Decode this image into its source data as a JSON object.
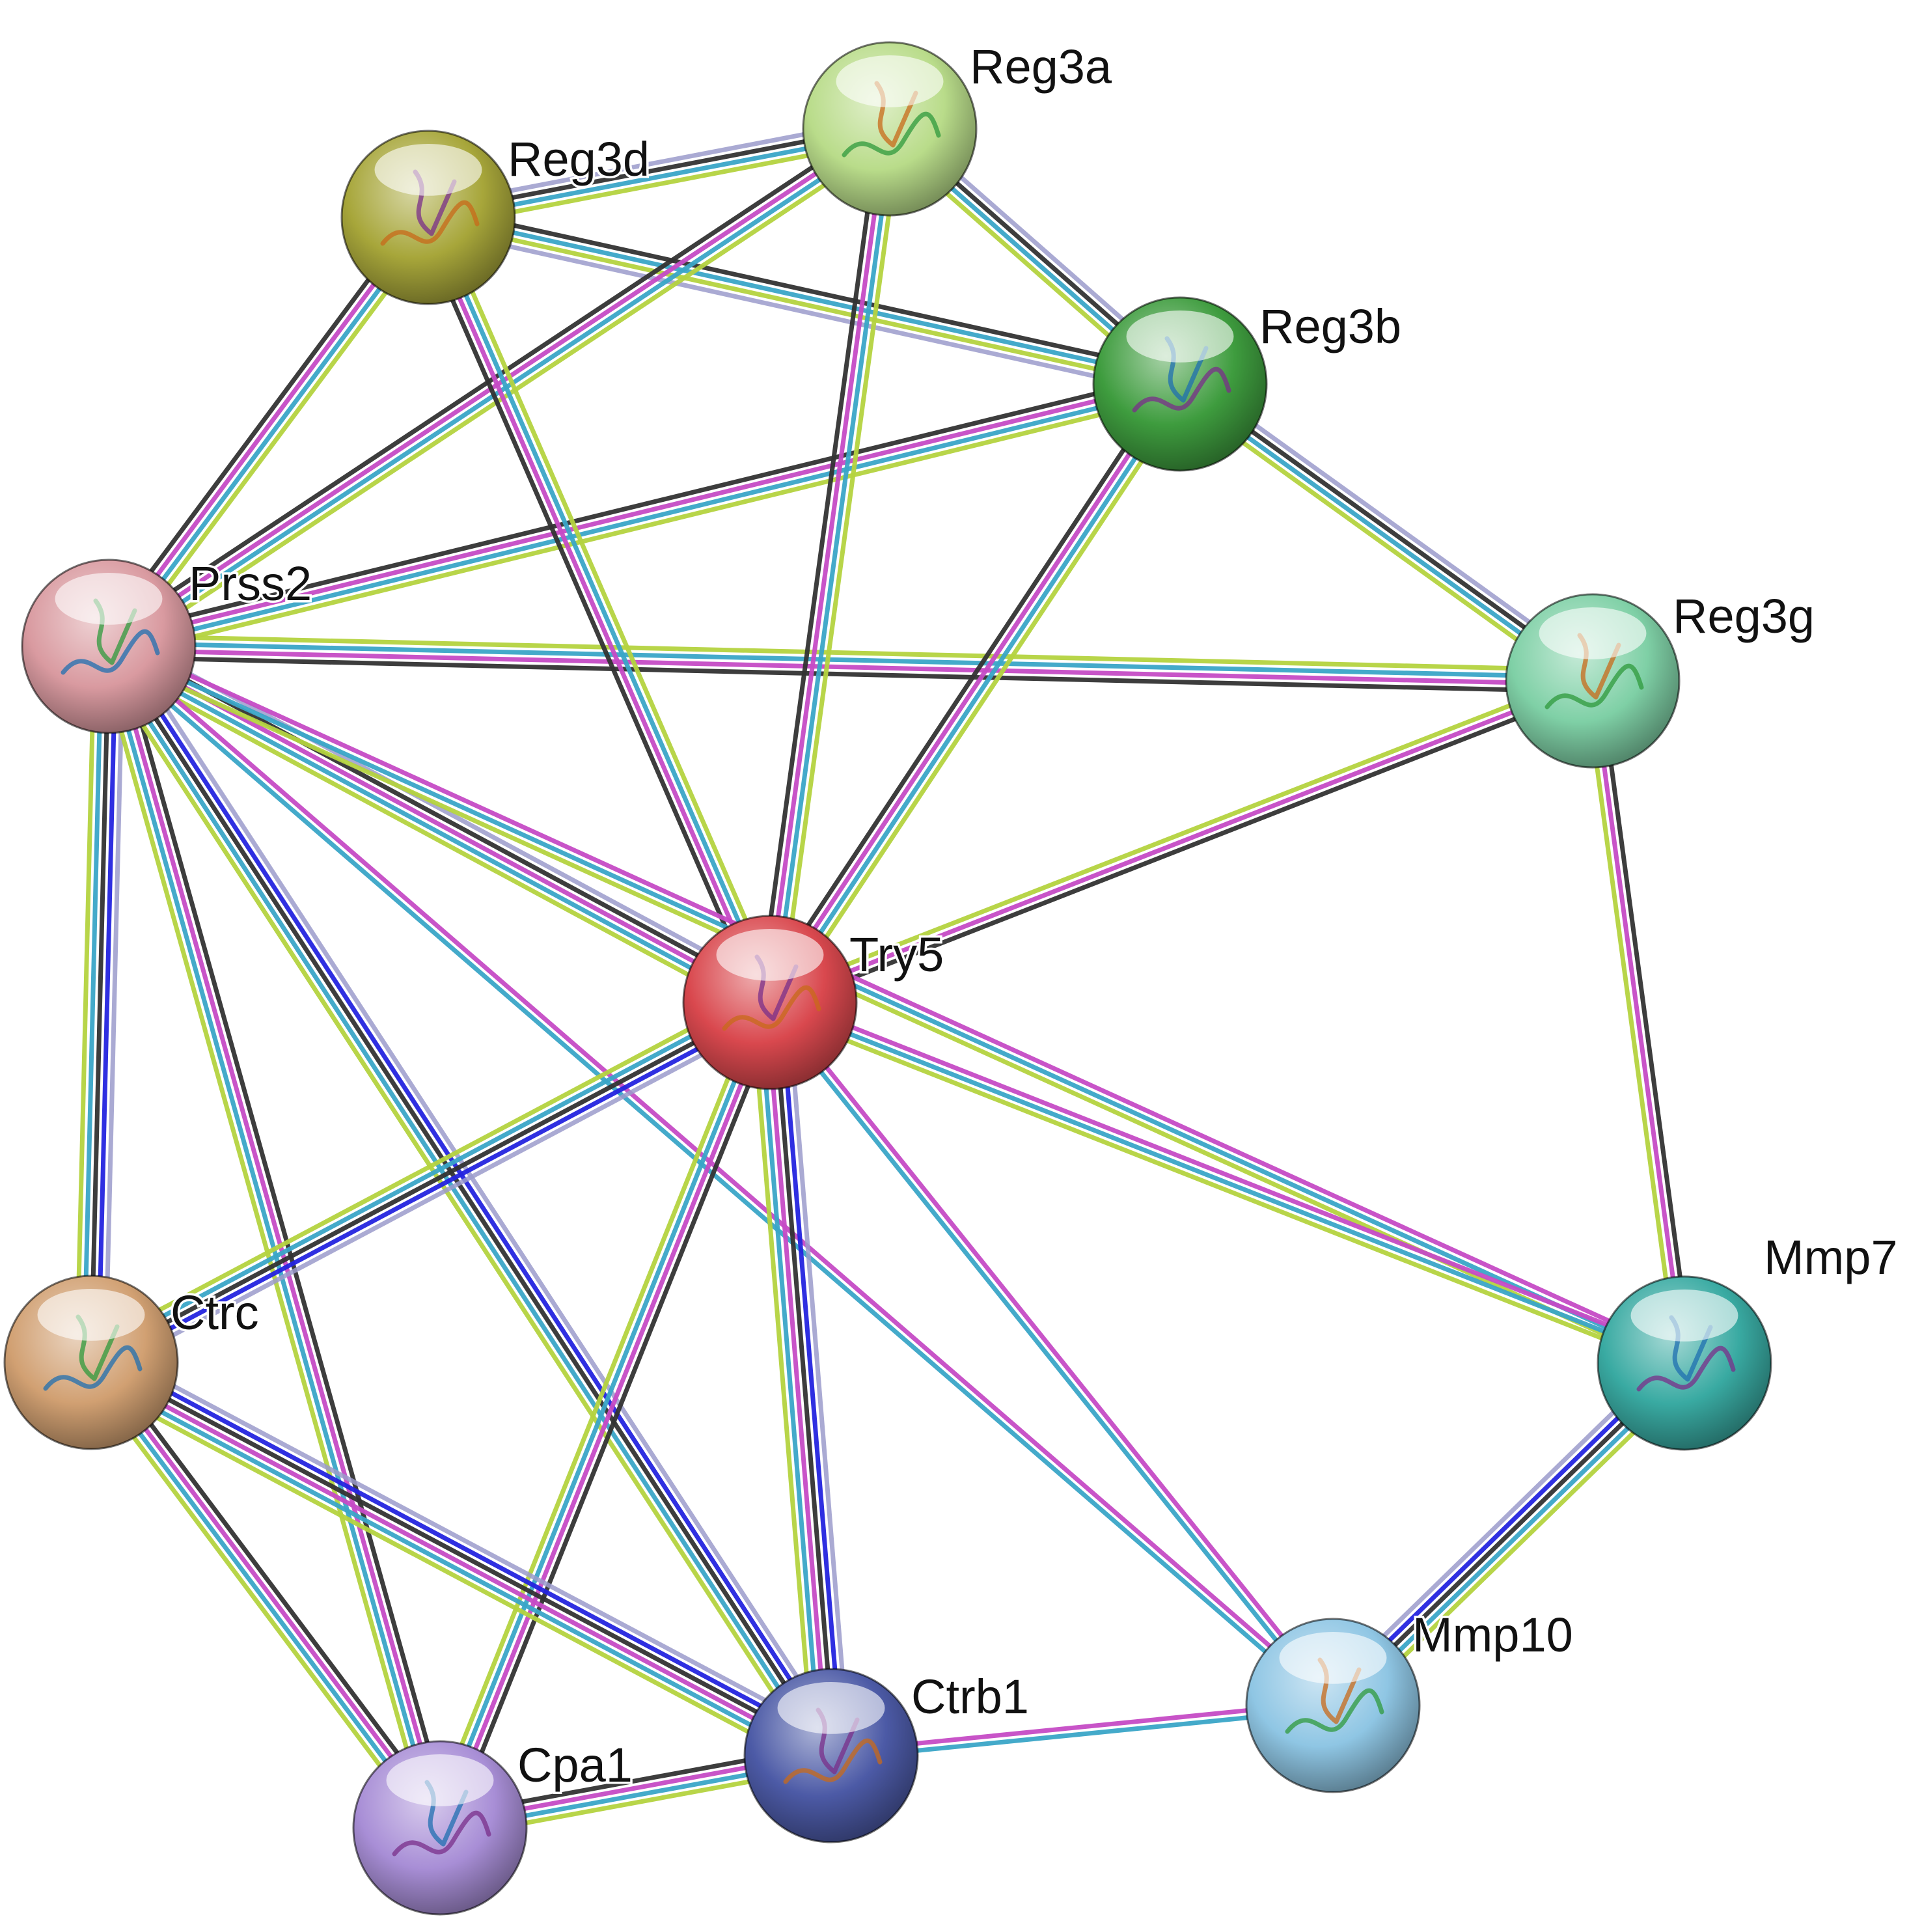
{
  "network": {
    "nodes": [
      {
        "id": "Reg3a",
        "label": "Reg3a",
        "color": "#b9dc8a"
      },
      {
        "id": "Reg3d",
        "label": "Reg3d",
        "color": "#a7a63a"
      },
      {
        "id": "Reg3b",
        "label": "Reg3b",
        "color": "#3e9c3e"
      },
      {
        "id": "Prss2",
        "label": "Prss2",
        "color": "#d99aa0"
      },
      {
        "id": "Reg3g",
        "label": "Reg3g",
        "color": "#7fd0a6"
      },
      {
        "id": "Try5",
        "label": "Try5",
        "color": "#d9484e"
      },
      {
        "id": "Mmp7",
        "label": "Mmp7",
        "color": "#39aaa2"
      },
      {
        "id": "Ctrc",
        "label": "Ctrc",
        "color": "#d1a072"
      },
      {
        "id": "Mmp10",
        "label": "Mmp10",
        "color": "#8fc6e4"
      },
      {
        "id": "Ctrb1",
        "label": "Ctrb1",
        "color": "#4c5aa6"
      },
      {
        "id": "Cpa1",
        "label": "Cpa1",
        "color": "#a88ed6"
      }
    ],
    "edge_colors": {
      "coexpression": "#333333",
      "experiments": "#c64bc6",
      "databases": "#3aa6c8",
      "textmining": "#b5d340",
      "homology": "#9c9ccc",
      "strong_homology": "#2424e0",
      "gene_fusion": "#a0a0f0"
    },
    "edges": [
      {
        "from": "Reg3d",
        "to": "Reg3a",
        "types": [
          "homology",
          "coexpression",
          "databases",
          "textmining"
        ]
      },
      {
        "from": "Reg3a",
        "to": "Reg3b",
        "types": [
          "homology",
          "coexpression",
          "databases",
          "textmining"
        ]
      },
      {
        "from": "Reg3d",
        "to": "Reg3b",
        "types": [
          "coexpression",
          "databases",
          "textmining",
          "homology"
        ]
      },
      {
        "from": "Reg3b",
        "to": "Reg3g",
        "types": [
          "homology",
          "coexpression",
          "databases",
          "textmining"
        ]
      },
      {
        "from": "Prss2",
        "to": "Reg3d",
        "types": [
          "coexpression",
          "experiments",
          "databases",
          "textmining"
        ]
      },
      {
        "from": "Prss2",
        "to": "Reg3a",
        "types": [
          "coexpression",
          "experiments",
          "databases",
          "textmining"
        ]
      },
      {
        "from": "Prss2",
        "to": "Reg3b",
        "types": [
          "coexpression",
          "experiments",
          "databases",
          "textmining"
        ]
      },
      {
        "from": "Prss2",
        "to": "Reg3g",
        "types": [
          "textmining",
          "databases",
          "experiments",
          "coexpression"
        ]
      },
      {
        "from": "Try5",
        "to": "Reg3d",
        "types": [
          "coexpression",
          "experiments",
          "databases",
          "textmining"
        ]
      },
      {
        "from": "Try5",
        "to": "Reg3a",
        "types": [
          "coexpression",
          "experiments",
          "databases",
          "textmining"
        ]
      },
      {
        "from": "Try5",
        "to": "Reg3b",
        "types": [
          "coexpression",
          "experiments",
          "databases",
          "textmining"
        ]
      },
      {
        "from": "Try5",
        "to": "Reg3g",
        "types": [
          "textmining",
          "experiments",
          "coexpression"
        ]
      },
      {
        "from": "Reg3g",
        "to": "Mmp7",
        "types": [
          "coexpression",
          "experiments",
          "textmining"
        ]
      },
      {
        "from": "Prss2",
        "to": "Try5",
        "types": [
          "homology",
          "coexpression",
          "experiments",
          "databases",
          "textmining"
        ]
      },
      {
        "from": "Prss2",
        "to": "Ctrc",
        "types": [
          "homology",
          "strong_homology",
          "coexpression",
          "databases",
          "textmining"
        ]
      },
      {
        "from": "Prss2",
        "to": "Cpa1",
        "types": [
          "coexpression",
          "experiments",
          "databases",
          "textmining"
        ]
      },
      {
        "from": "Prss2",
        "to": "Ctrb1",
        "types": [
          "homology",
          "strong_homology",
          "coexpression",
          "databases",
          "textmining"
        ]
      },
      {
        "from": "Prss2",
        "to": "Mmp7",
        "types": [
          "experiments",
          "databases",
          "textmining"
        ]
      },
      {
        "from": "Prss2",
        "to": "Mmp10",
        "types": [
          "experiments",
          "databases"
        ]
      },
      {
        "from": "Try5",
        "to": "Ctrc",
        "types": [
          "homology",
          "strong_homology",
          "coexpression",
          "databases",
          "textmining"
        ]
      },
      {
        "from": "Try5",
        "to": "Cpa1",
        "types": [
          "coexpression",
          "experiments",
          "databases",
          "textmining"
        ]
      },
      {
        "from": "Try5",
        "to": "Ctrb1",
        "types": [
          "homology",
          "strong_homology",
          "coexpression",
          "experiments",
          "databases",
          "textmining"
        ]
      },
      {
        "from": "Try5",
        "to": "Mmp7",
        "types": [
          "experiments",
          "databases",
          "textmining"
        ]
      },
      {
        "from": "Try5",
        "to": "Mmp10",
        "types": [
          "experiments",
          "databases"
        ]
      },
      {
        "from": "Ctrc",
        "to": "Cpa1",
        "types": [
          "coexpression",
          "experiments",
          "databases",
          "textmining"
        ]
      },
      {
        "from": "Ctrc",
        "to": "Ctrb1",
        "types": [
          "homology",
          "strong_homology",
          "coexpression",
          "experiments",
          "databases",
          "textmining"
        ]
      },
      {
        "from": "Cpa1",
        "to": "Ctrb1",
        "types": [
          "coexpression",
          "experiments",
          "databases",
          "textmining"
        ]
      },
      {
        "from": "Ctrb1",
        "to": "Mmp10",
        "types": [
          "experiments",
          "databases"
        ]
      },
      {
        "from": "Mmp10",
        "to": "Mmp7",
        "types": [
          "homology",
          "strong_homology",
          "coexpression",
          "databases",
          "textmining"
        ]
      }
    ]
  }
}
